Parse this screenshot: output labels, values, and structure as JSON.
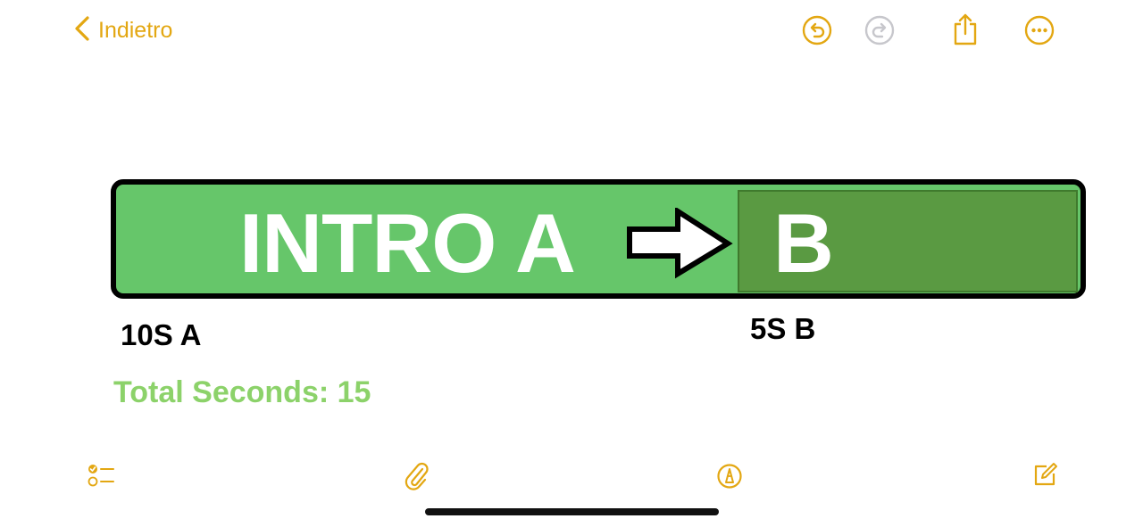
{
  "nav": {
    "back_label": "Indietro"
  },
  "toolbar_top": {
    "icons": [
      "undo-icon",
      "redo-icon",
      "share-icon",
      "more-icon"
    ]
  },
  "banner": {
    "main_text": "INTRO A",
    "segment_text": "B",
    "colors": {
      "banner_green": "#66C66A",
      "segment_green": "#5A9A42",
      "outline": "#000000",
      "accent": "#E3A712"
    }
  },
  "labels": {
    "a": "10S A",
    "b": "5S B",
    "total": "Total Seconds: 15",
    "total_color": "#8CD26A"
  },
  "toolbar_bottom": {
    "icons": [
      "checklist-icon",
      "paperclip-icon",
      "markup-pen-icon",
      "compose-icon"
    ]
  }
}
